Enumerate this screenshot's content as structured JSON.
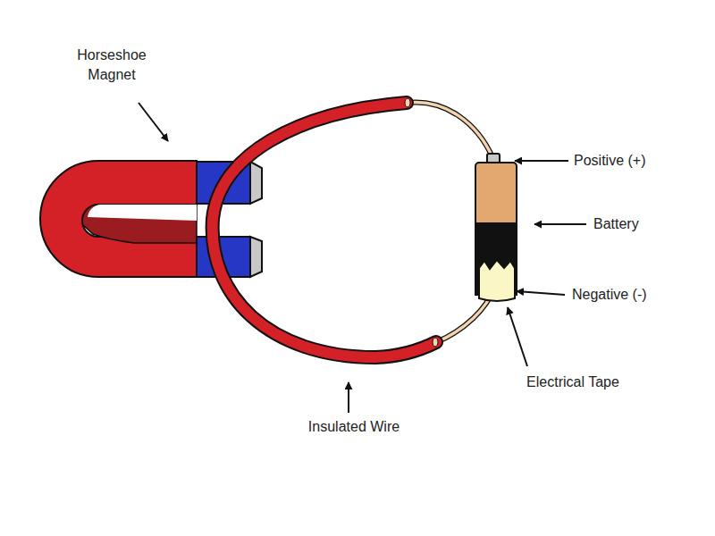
{
  "diagram": {
    "labels": [
      "Horseshoe Magnet",
      "Positive (+)",
      "Battery",
      "Negative (-)",
      "Electrical Tape",
      "Insulated Wire"
    ]
  }
}
